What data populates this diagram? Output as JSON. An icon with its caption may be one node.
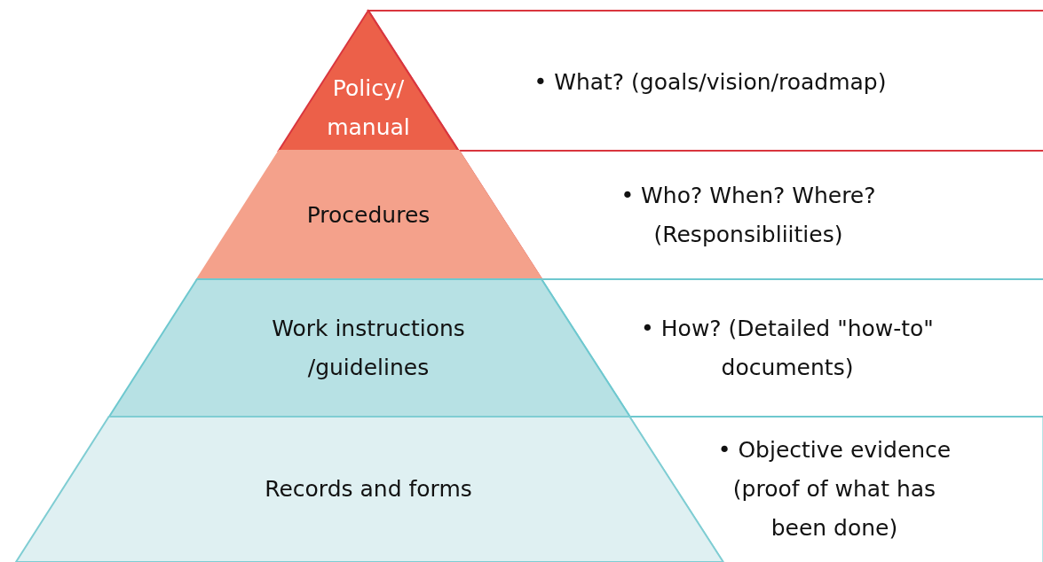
{
  "diagram": {
    "nodes": [
      {
        "text": [
          "Policy/ manual"
        ]
      },
      {
        "text": [
          "• What? (goals/vision/roadmap)"
        ]
      },
      {
        "text": [
          "Procedures"
        ]
      },
      {
        "text": [
          "• Who? When? Where? (Responsibliities)"
        ]
      },
      {
        "text": [
          "Work instructions /guidelines"
        ]
      },
      {
        "text": [
          "• How? (Detailed \"how-to\" documents)"
        ]
      },
      {
        "text": [
          "Records and forms"
        ]
      },
      {
        "text": [
          "• Objective evidence (proof of what has been done)"
        ]
      }
    ]
  }
}
